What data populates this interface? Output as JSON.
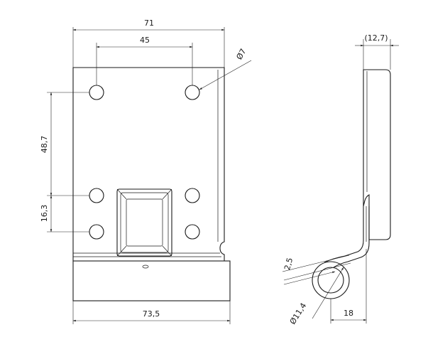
{
  "drawing": {
    "dimensions": {
      "overall_width_top": "71",
      "hole_spacing_horizontal": "45",
      "hole_diameter": "Ø7",
      "hole_spacing_vertical_upper": "48,7",
      "hole_spacing_vertical_lower": "16,3",
      "overall_width_bottom": "73,5",
      "side_thickness": "(12,7)",
      "sheet_thickness": "2,5",
      "eye_diameter": "Ø11,4",
      "eye_offset": "18"
    }
  }
}
